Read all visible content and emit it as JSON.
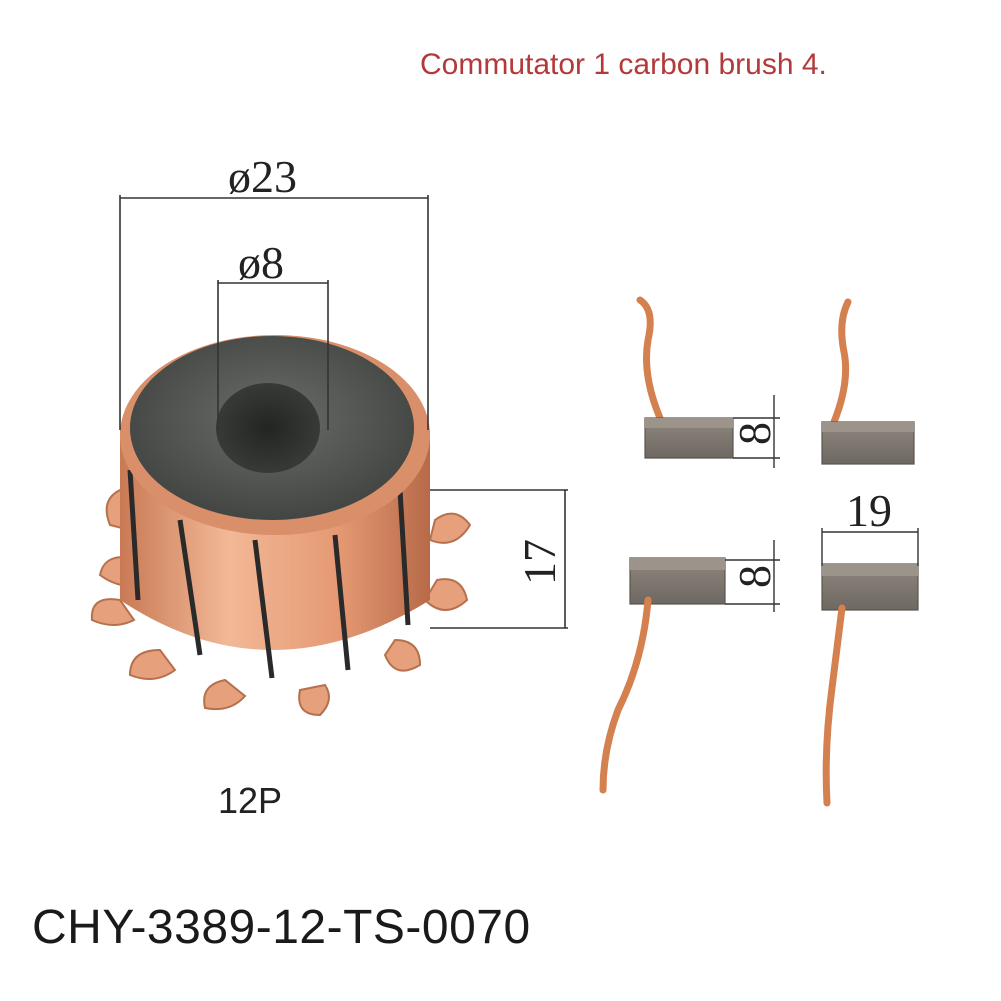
{
  "header": {
    "title": "Commutator 1 carbon brush 4."
  },
  "commutator": {
    "outer_diameter_label": "ø23",
    "inner_diameter_label": "ø8",
    "height_label": "17",
    "pole_label": "12P"
  },
  "brushes": {
    "thickness_label_top": "8",
    "thickness_label_bottom": "8",
    "length_label": "19"
  },
  "product": {
    "model_code": "CHY-3389-12-TS-0070"
  },
  "colors": {
    "header_text": "#b23a3a",
    "copper": "#e8a07a",
    "carbon_face": "#5b5e5b",
    "brush_body": "#7a736c"
  }
}
